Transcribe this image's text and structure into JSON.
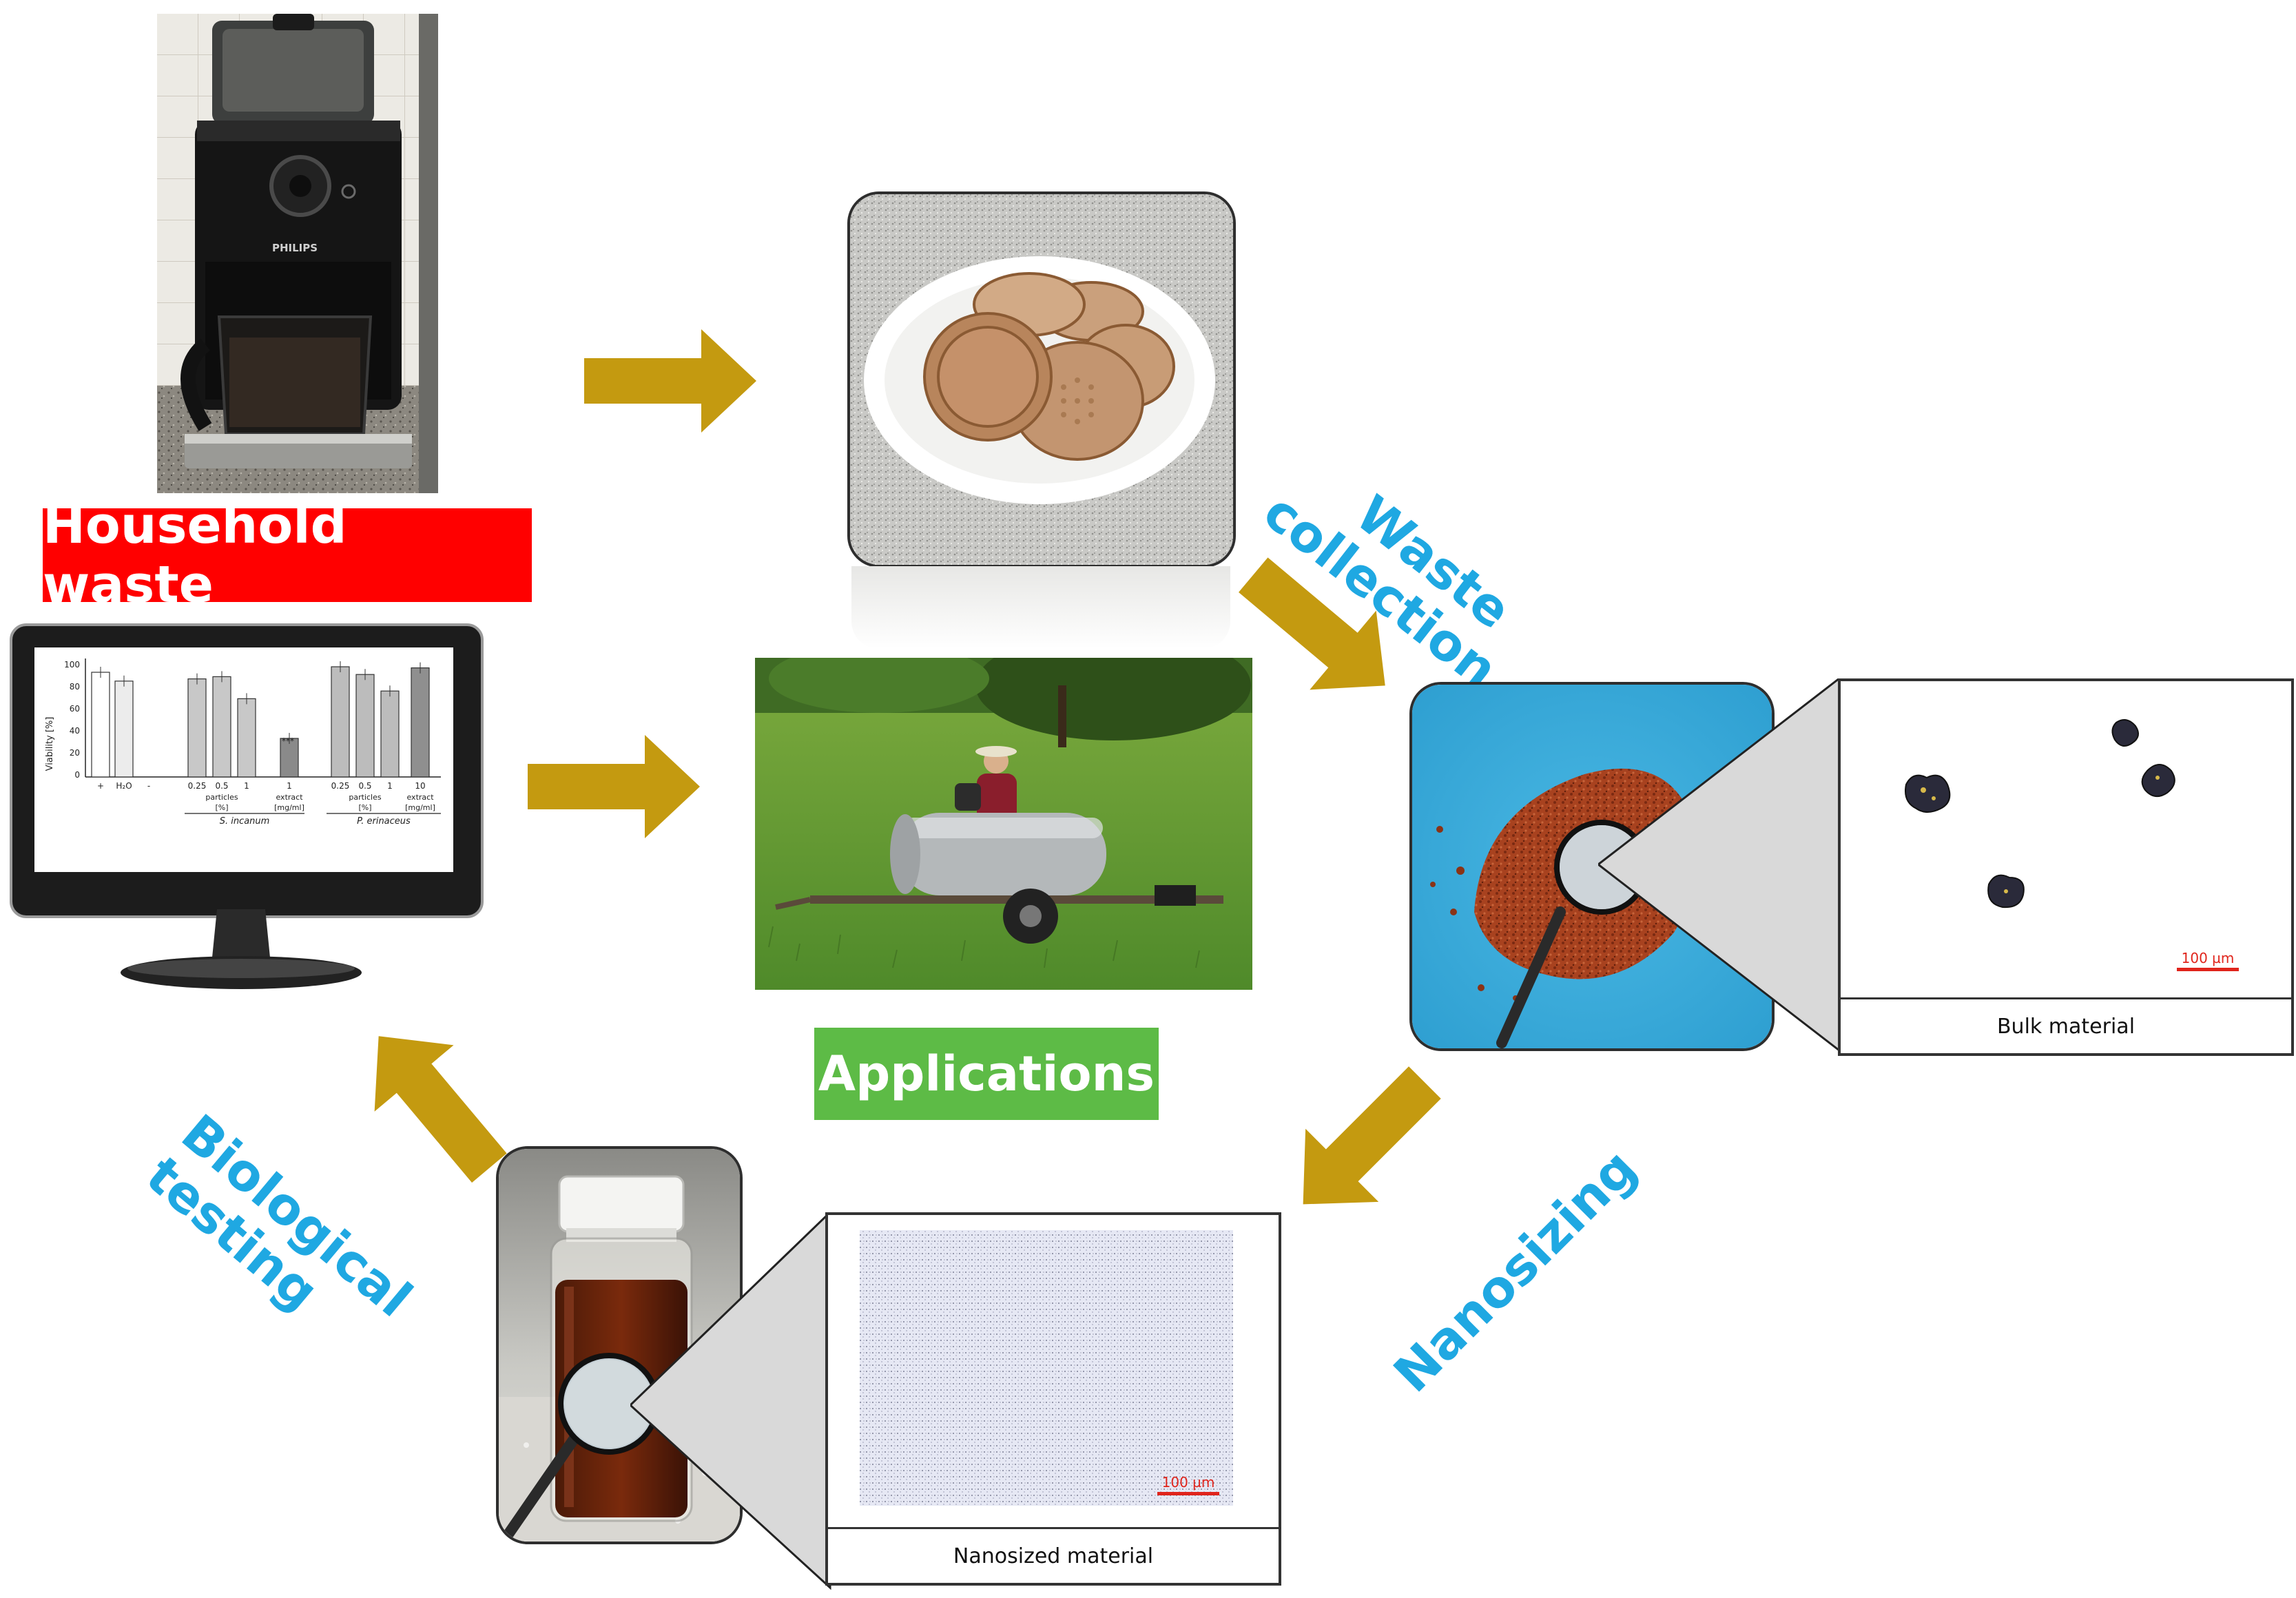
{
  "labels": {
    "household_waste": "Household waste",
    "applications": "Applications",
    "waste_collection": [
      "Waste",
      "collection"
    ],
    "nanosizing": "Nanosizing",
    "biological_testing": [
      "Biological",
      "testing"
    ]
  },
  "micrographs": {
    "bulk": {
      "caption": "Bulk material",
      "scale": "100 µm"
    },
    "nano": {
      "caption": "Nanosized material",
      "scale": "100 µm"
    }
  },
  "coffee_machine": {
    "brand": "PHILIPS"
  },
  "chart": {
    "ylabel": "Viability [%]",
    "yticks": [
      "100",
      "80",
      "60",
      "40",
      "20",
      "0"
    ],
    "left_ticks": [
      "+",
      "H₂O",
      "-"
    ],
    "sa_ticks": [
      "0.25",
      "0.5",
      "1",
      "1"
    ],
    "sa_sub": [
      "particles",
      "extract"
    ],
    "sa_unit": [
      "[%]",
      "[mg/ml]"
    ],
    "sa_name": "S. incanum",
    "pe_ticks": [
      "0.25",
      "0.5",
      "1",
      "10"
    ],
    "pe_sub": [
      "particles",
      "extract"
    ],
    "pe_unit": [
      "[%]",
      "[mg/ml]"
    ],
    "pe_name": "P. erinaceus",
    "significance": "***"
  },
  "chart_data": {
    "type": "bar",
    "ylabel": "Viability [%]",
    "ylim": [
      0,
      100
    ],
    "categories": [
      "+",
      "H₂O",
      "-",
      "0.25",
      "0.5",
      "1",
      "1",
      "0.25",
      "0.5",
      "1",
      "10"
    ],
    "values": [
      95,
      87,
      0,
      89,
      91,
      71,
      35,
      100,
      93,
      78,
      99
    ]
  },
  "colors": {
    "household_bg": "#ff0000",
    "applications_bg": "#5dbb46",
    "step_text": "#1fa8e2",
    "arrow": "#c49a10"
  }
}
